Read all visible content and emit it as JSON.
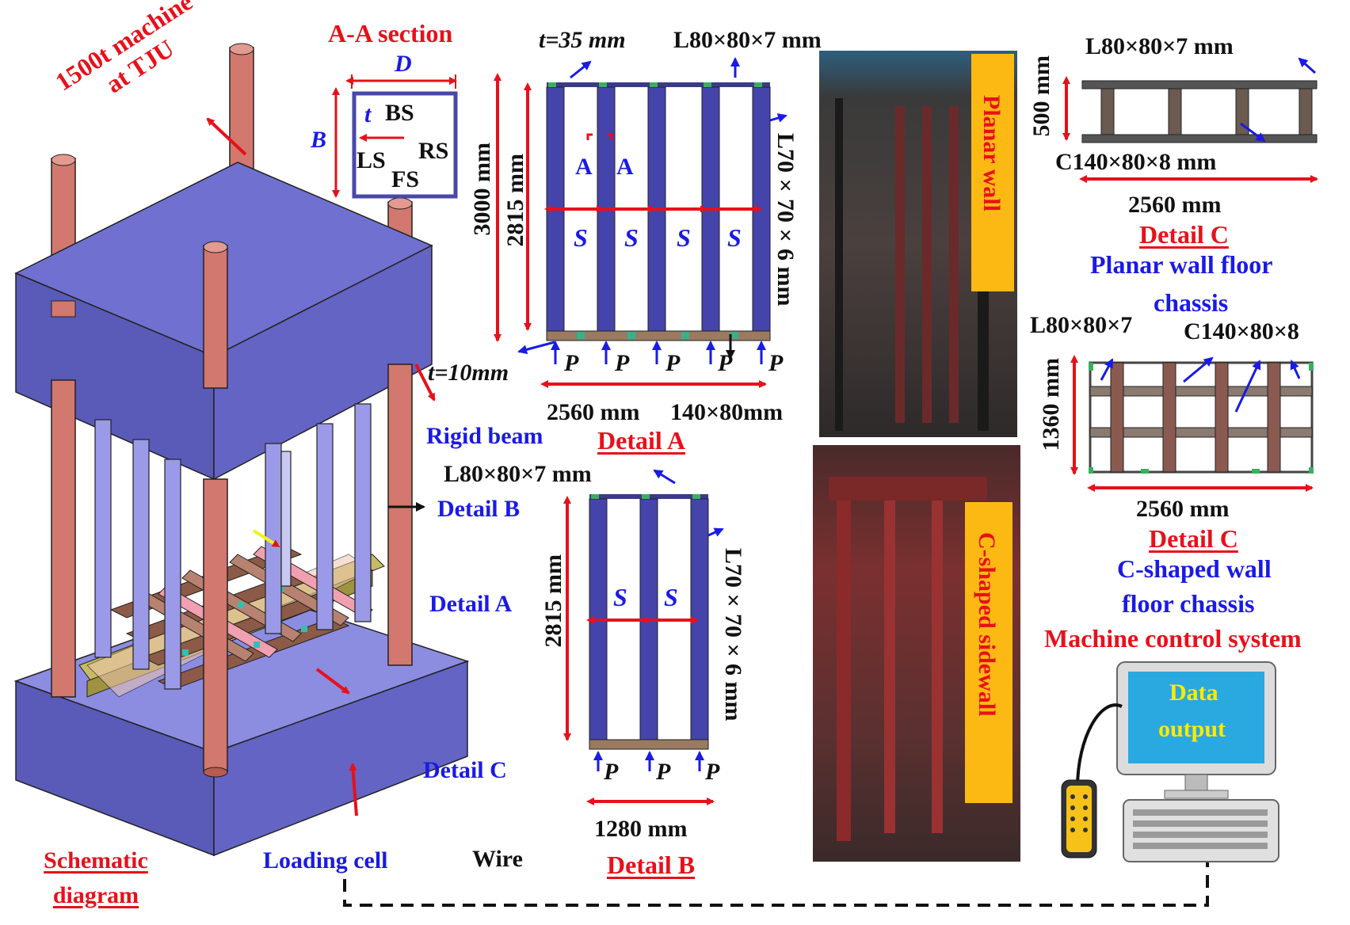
{
  "schematic": {
    "machine_label": "1500t machine at TJU",
    "rigid_beam": "Rigid beam",
    "detail_b_ref": "Detail B",
    "detail_a_ref": "Detail A",
    "detail_c_ref": "Detail C",
    "loading_cell": "Loading cell",
    "wire": "Wire",
    "caption": "Schematic diagram",
    "colors": {
      "slab": "#6464c8",
      "column": "#d2786e",
      "stud": "#8c8ce6",
      "floor": "#8c5a46",
      "rail": "#b4a050"
    }
  },
  "section": {
    "title": "A-A section",
    "D": "D",
    "B": "B",
    "t": "t",
    "BS": "BS",
    "LS": "LS",
    "RS": "RS",
    "FS": "FS"
  },
  "detail_a": {
    "t_top": "t=35 mm",
    "angle_top": "L80×80×7 mm",
    "angle_side": "L70×70×6 mm",
    "height_outer": "3000 mm",
    "height_inner": "2815 mm",
    "section_mark": "A",
    "spacing": "S",
    "load": "P",
    "t_bottom": "t=10mm",
    "width": "2560 mm",
    "channel": "140×80mm",
    "caption": "Detail A"
  },
  "detail_b": {
    "angle_top": "L80×80×7 mm",
    "angle_side": "L70×70×6 mm",
    "height": "2815 mm",
    "spacing": "S",
    "load": "P",
    "width": "1280 mm",
    "caption": "Detail B"
  },
  "photos": {
    "planar": "Planar wall",
    "csided": "C-shaped sidewall"
  },
  "detail_c_planar": {
    "angle": "L80×80×7 mm",
    "height": "500 mm",
    "channel": "C140×80×8 mm",
    "width": "2560 mm",
    "caption": "Detail C",
    "desc1": "Planar wall floor",
    "desc2": "chassis"
  },
  "detail_c_cshape": {
    "angle": "L80×80×7",
    "channel": "C140×80×8",
    "height": "1360 mm",
    "width": "2560 mm",
    "caption": "Detail C",
    "desc1": "C-shaped wall",
    "desc2": "floor chassis"
  },
  "control": {
    "title": "Machine control system",
    "screen_line1": "Data",
    "screen_line2": "output"
  }
}
